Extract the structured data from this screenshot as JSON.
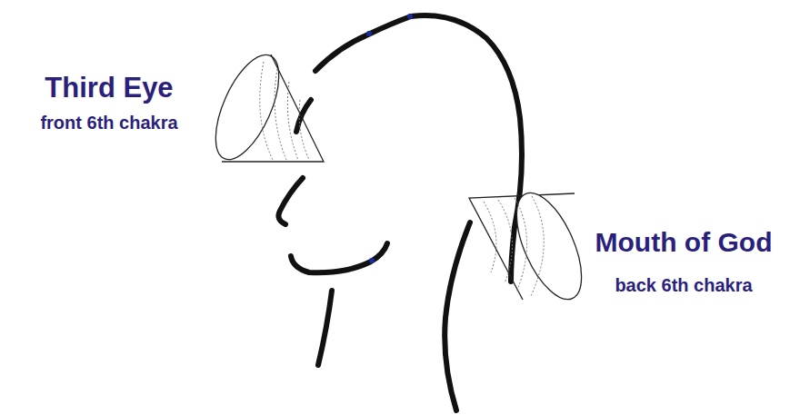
{
  "diagram": {
    "labels": [
      "Third Eye",
      "front 6th chakra",
      "Mouth of God",
      "back 6th chakra"
    ]
  }
}
